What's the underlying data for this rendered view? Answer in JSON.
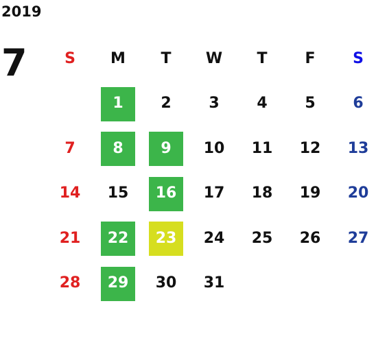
{
  "year": "2019",
  "month": "7",
  "colors": {
    "sunday": "#e02020",
    "saturday": "#1f3d99",
    "saturday_header": "#1010e6",
    "highlight_green": "#3cb54a",
    "highlight_lime": "#d6de1f"
  },
  "weekday_headers": [
    "S",
    "M",
    "T",
    "W",
    "T",
    "F",
    "S"
  ],
  "weeks": [
    [
      "",
      "1",
      "2",
      "3",
      "4",
      "5",
      "6"
    ],
    [
      "7",
      "8",
      "9",
      "10",
      "11",
      "12",
      "13"
    ],
    [
      "14",
      "15",
      "16",
      "17",
      "18",
      "19",
      "20"
    ],
    [
      "21",
      "22",
      "23",
      "24",
      "25",
      "26",
      "27"
    ],
    [
      "28",
      "29",
      "30",
      "31",
      "",
      "",
      ""
    ]
  ],
  "highlighted_days": {
    "1": "green",
    "8": "green",
    "9": "green",
    "16": "green",
    "22": "green",
    "23": "lime",
    "29": "green"
  }
}
